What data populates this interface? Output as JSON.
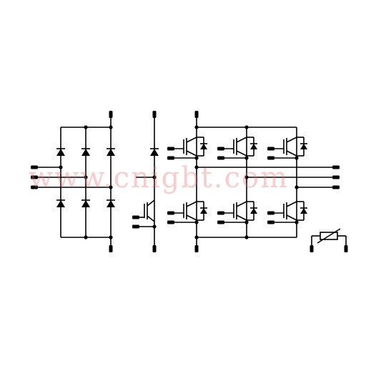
{
  "diagram": {
    "type": "power-module-schematic",
    "sections": [
      {
        "name": "rectifier-bridge",
        "kind": "3-phase diode bridge",
        "diodes": 6,
        "inputs": 3
      },
      {
        "name": "brake-chopper",
        "kind": "IGBT with freewheel diode",
        "igbts": 1,
        "diodes": 1
      },
      {
        "name": "inverter",
        "kind": "3-phase IGBT bridge",
        "igbts": 6,
        "diodes": 6,
        "outputs": 3
      },
      {
        "name": "ntc-thermistor",
        "kind": "temperature sensor",
        "count": 1
      }
    ],
    "colors": {
      "line": "#000000",
      "background": "#ffffff",
      "watermark": "#e66e6e"
    }
  },
  "watermark": {
    "text": "www.cnigbt.com"
  }
}
